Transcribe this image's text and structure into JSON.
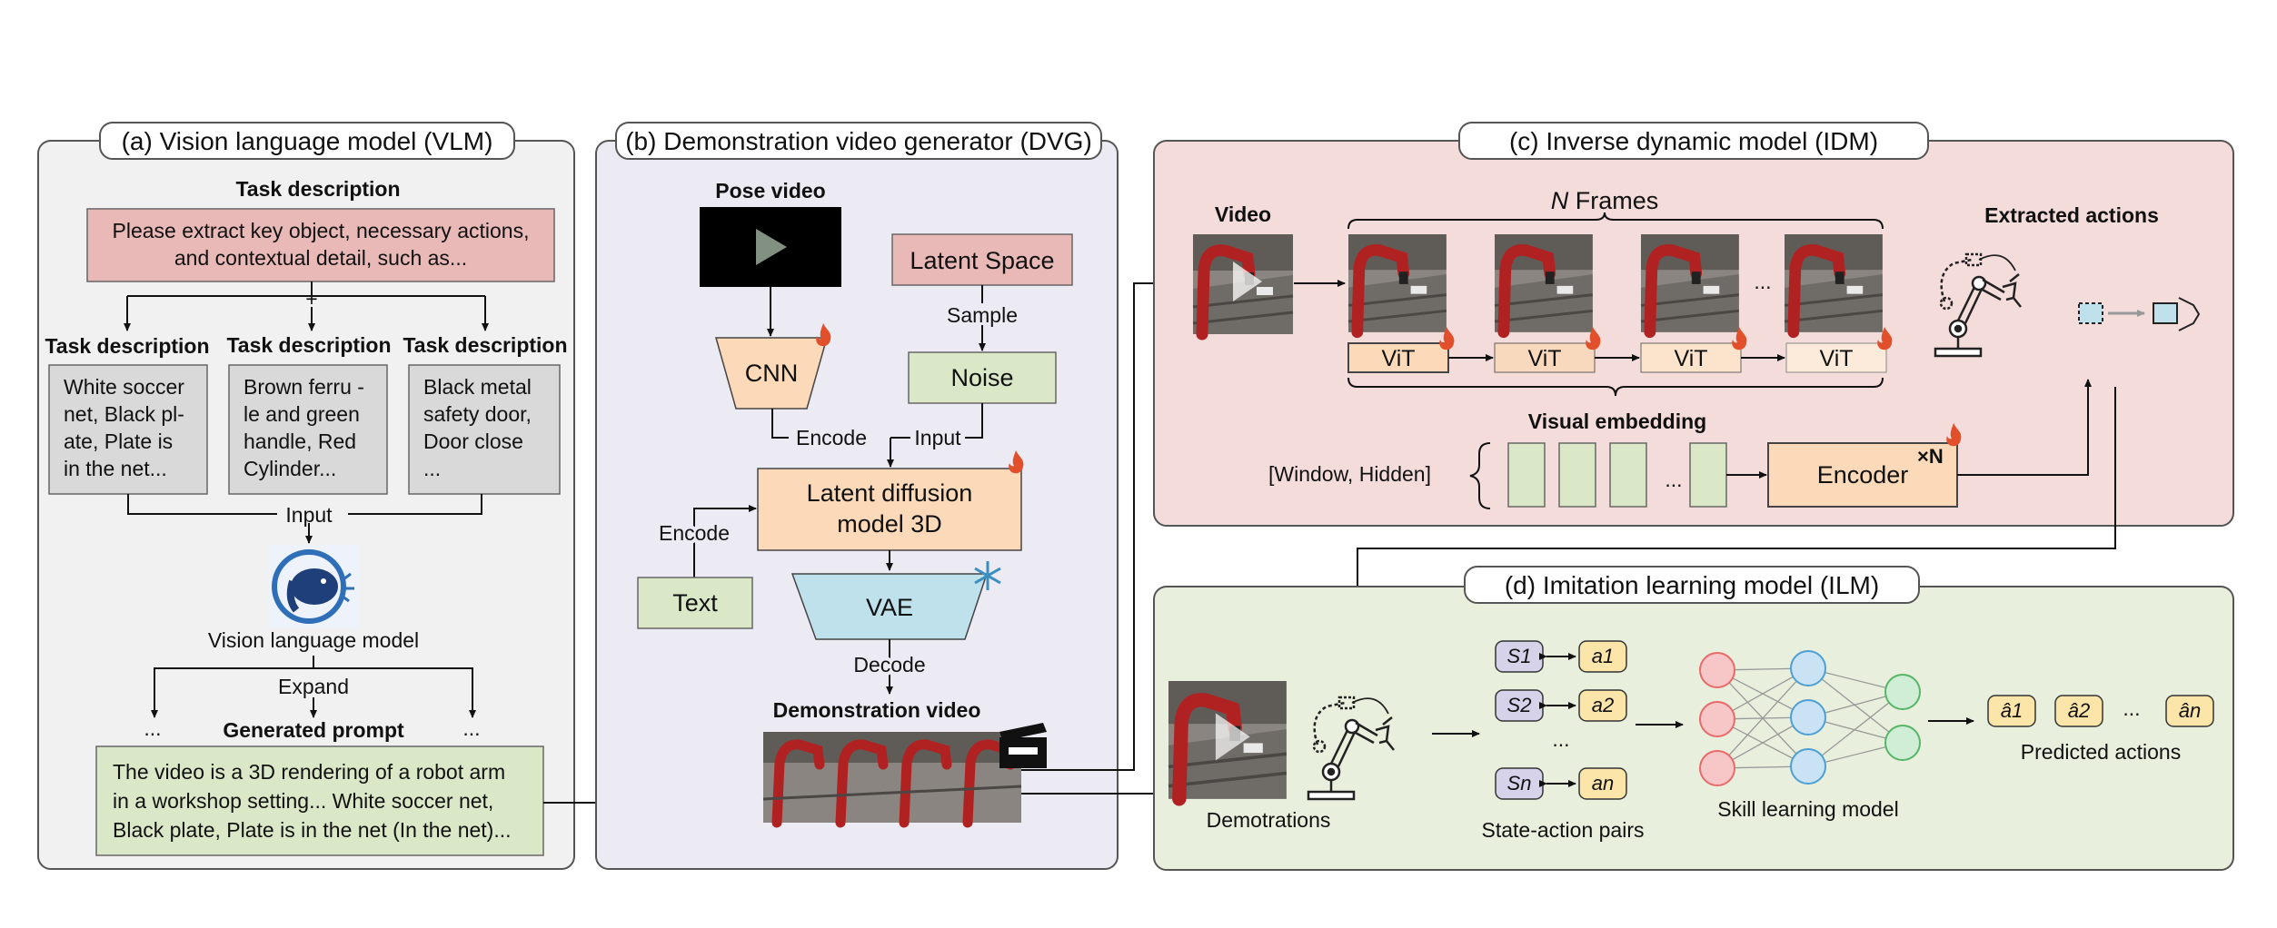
{
  "panels": {
    "vlm": {
      "title": "(a) Vision language model (VLM)",
      "task_heading": "Task description",
      "prompt_lines": [
        "Please extract key object, necessary actions,",
        "and contextual detail, such as..."
      ],
      "plus": "+",
      "sub_headings": [
        "Task description",
        "Task description",
        "Task description"
      ],
      "task_boxes": [
        [
          "White soccer",
          "net, Black pl-",
          "ate, Plate is",
          "in the net..."
        ],
        [
          "Brown ferru -",
          "le and green",
          "handle,  Red",
          "Cylinder..."
        ],
        [
          "Black  metal",
          "safety door,",
          "Door close",
          "..."
        ]
      ],
      "input_label": "Input",
      "model_label": "Vision language model",
      "expand_label": "Expand",
      "ellipsis": "...",
      "generated_heading": "Generated prompt",
      "generated_lines": [
        "The video is a 3D rendering of a robot arm",
        "in a workshop setting... White soccer net,",
        "Black plate, Plate is in the net (In the net)..."
      ]
    },
    "dvg": {
      "title": "(b) Demonstration video generator (DVG)",
      "pose_video": "Pose video",
      "latent_space": "Latent Space",
      "sample": "Sample",
      "cnn": "CNN",
      "noise": "Noise",
      "encode": "Encode",
      "input": "Input",
      "ldm_lines": [
        "Latent diffusion",
        "model 3D"
      ],
      "encode2": "Encode",
      "text": "Text",
      "vae": "VAE",
      "decode": "Decode",
      "demo_video": "Demonstration video"
    },
    "idm": {
      "title": "(c) Inverse dynamic model (IDM)",
      "video": "Video",
      "n_frames_italic": "N",
      "n_frames_rest": " Frames",
      "frame_ellipsis": "...",
      "vit_labels": [
        "ViT",
        "ViT",
        "ViT",
        "ViT"
      ],
      "visual_embedding": "Visual embedding",
      "window_hidden": "[Window, Hidden]",
      "embed_ellipsis": "...",
      "encoder": "Encoder",
      "times_n": "×N",
      "extracted_actions": "Extracted actions"
    },
    "ilm": {
      "title": "(d) Imitation learning model (ILM)",
      "demonstrations": "Demotrations",
      "states": [
        "S1",
        "S2",
        "Sn"
      ],
      "actions": [
        "a1",
        "a2",
        "an"
      ],
      "pair_ellipsis": "...",
      "state_action_pairs": "State-action pairs",
      "skill_model": "Skill learning model",
      "predicted": [
        "â1",
        "â2",
        "ân"
      ],
      "pred_ellipsis": "...",
      "predicted_actions": "Predicted actions"
    }
  },
  "colors": {
    "vlm_bg": "#f1f1f1",
    "dvg_bg": "#ecebf3",
    "idm_bg": "#f4dcdb",
    "ilm_bg": "#e8efdc",
    "pink_box": "#e8b9b7",
    "gray_box": "#d9d9d9",
    "green_box": "#dbe8c8",
    "orange_box": "#fbd9b9",
    "blue_box": "#bfe1eb",
    "robot_red": "#b02222",
    "node_red": "#e96a6a",
    "node_blue": "#4e9fd4",
    "node_green": "#56b566",
    "state_purple": "#d5d2ea",
    "action_yellow": "#fbe5a8"
  }
}
